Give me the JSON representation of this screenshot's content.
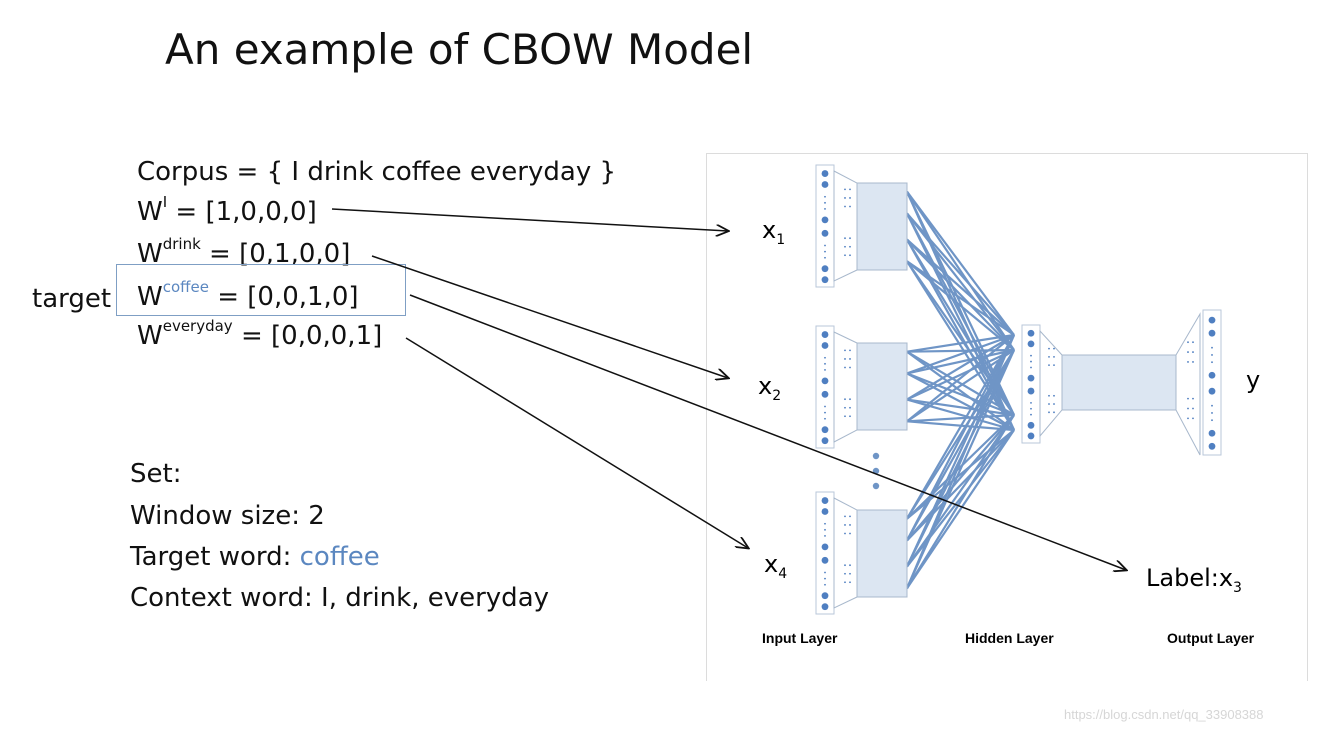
{
  "title": "An example of CBOW Model",
  "corpus": "Corpus = { I drink coffee everyday }",
  "vectors": [
    {
      "base": "W",
      "sup": "I",
      "rest": " = [1,0,0,0]"
    },
    {
      "base": "W",
      "sup": "drink",
      "rest": " = [0,1,0,0]"
    },
    {
      "base": "W",
      "sup": "coffee",
      "rest": " = [0,0,1,0]"
    },
    {
      "base": "W",
      "sup": "everyday",
      "rest": " = [0,0,0,1]"
    }
  ],
  "target_label": "target",
  "settings": {
    "heading": "Set:",
    "window": "Window size: 2",
    "target_prefix": "Target word: ",
    "target_word": "coffee",
    "context": "Context word: I, drink, everyday"
  },
  "diagram": {
    "inputs": [
      {
        "var": "x",
        "sub": "1"
      },
      {
        "var": "x",
        "sub": "2"
      },
      {
        "var": "x",
        "sub": "4"
      }
    ],
    "output_var": "y",
    "label_prefix": "Label:x",
    "label_sub": "3",
    "layers": [
      "Input Layer",
      "Hidden Layer",
      "Output Layer"
    ]
  },
  "colors": {
    "accent": "#5b87c0",
    "node": "#4f7fc1",
    "connection": "#6f95c6",
    "block_fill": "#dce6f2",
    "box_border": "#7f9fc4"
  },
  "watermark": "https://blog.csdn.net/qq_33908388"
}
